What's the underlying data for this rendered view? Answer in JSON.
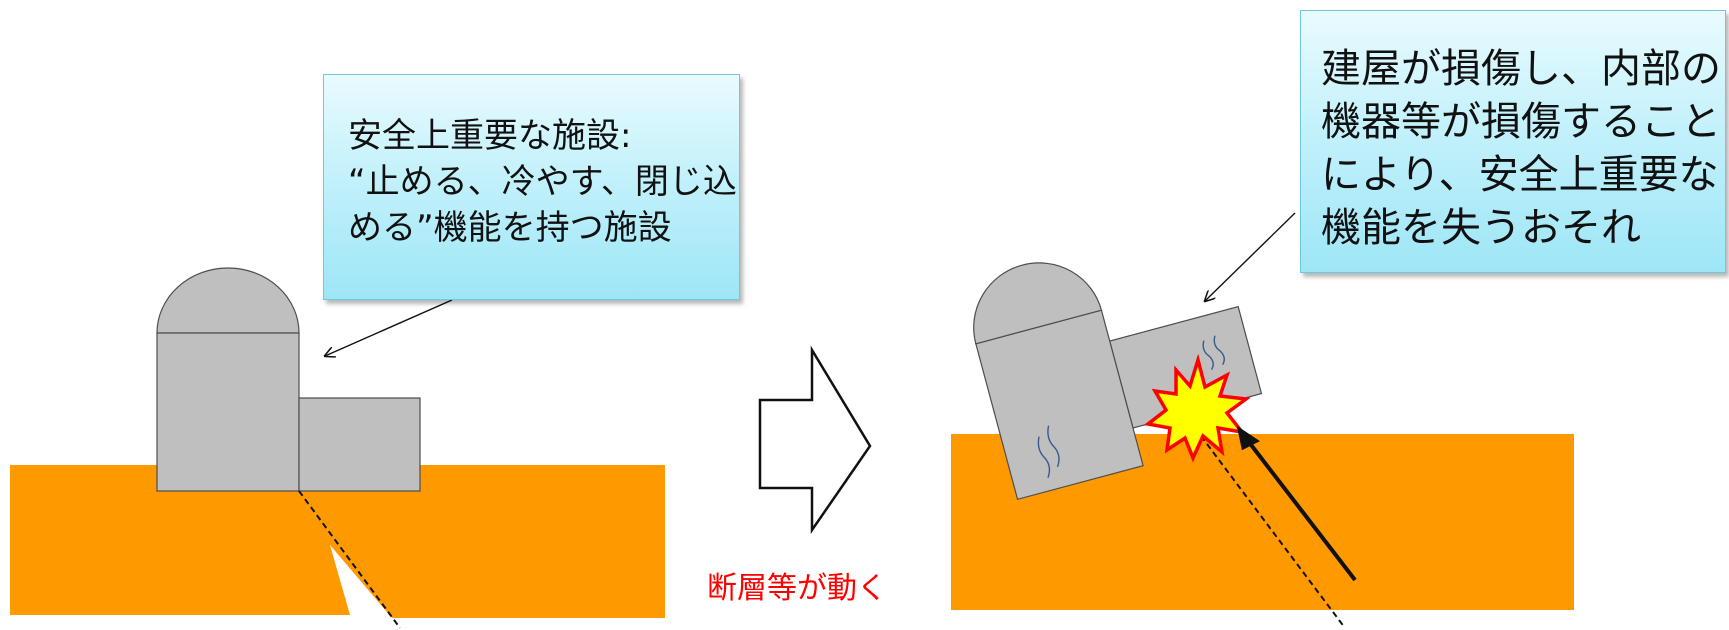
{
  "left_scene": {
    "callout_lines": [
      "安全上重要な施設:",
      "“止める、冷やす、閉じ込",
      "める”機能を持つ施設"
    ]
  },
  "right_scene": {
    "callout_lines": [
      "建屋が損傷し、内部の",
      "機器等が損傷すること",
      "により、安全上重要な",
      "機能を失うおそれ"
    ]
  },
  "transition": {
    "caption": "断層等が動く"
  },
  "colors": {
    "ground": "#ff9900",
    "building": "#bfbfbf",
    "building_stroke": "#4d4d4d",
    "crack": "#3a5a8c",
    "burst_fill": "#ffff00",
    "burst_stroke": "#ff0000",
    "caption": "#ff0000"
  },
  "icons": [
    "arrow-right-icon",
    "explosion-icon",
    "crack-icon"
  ]
}
